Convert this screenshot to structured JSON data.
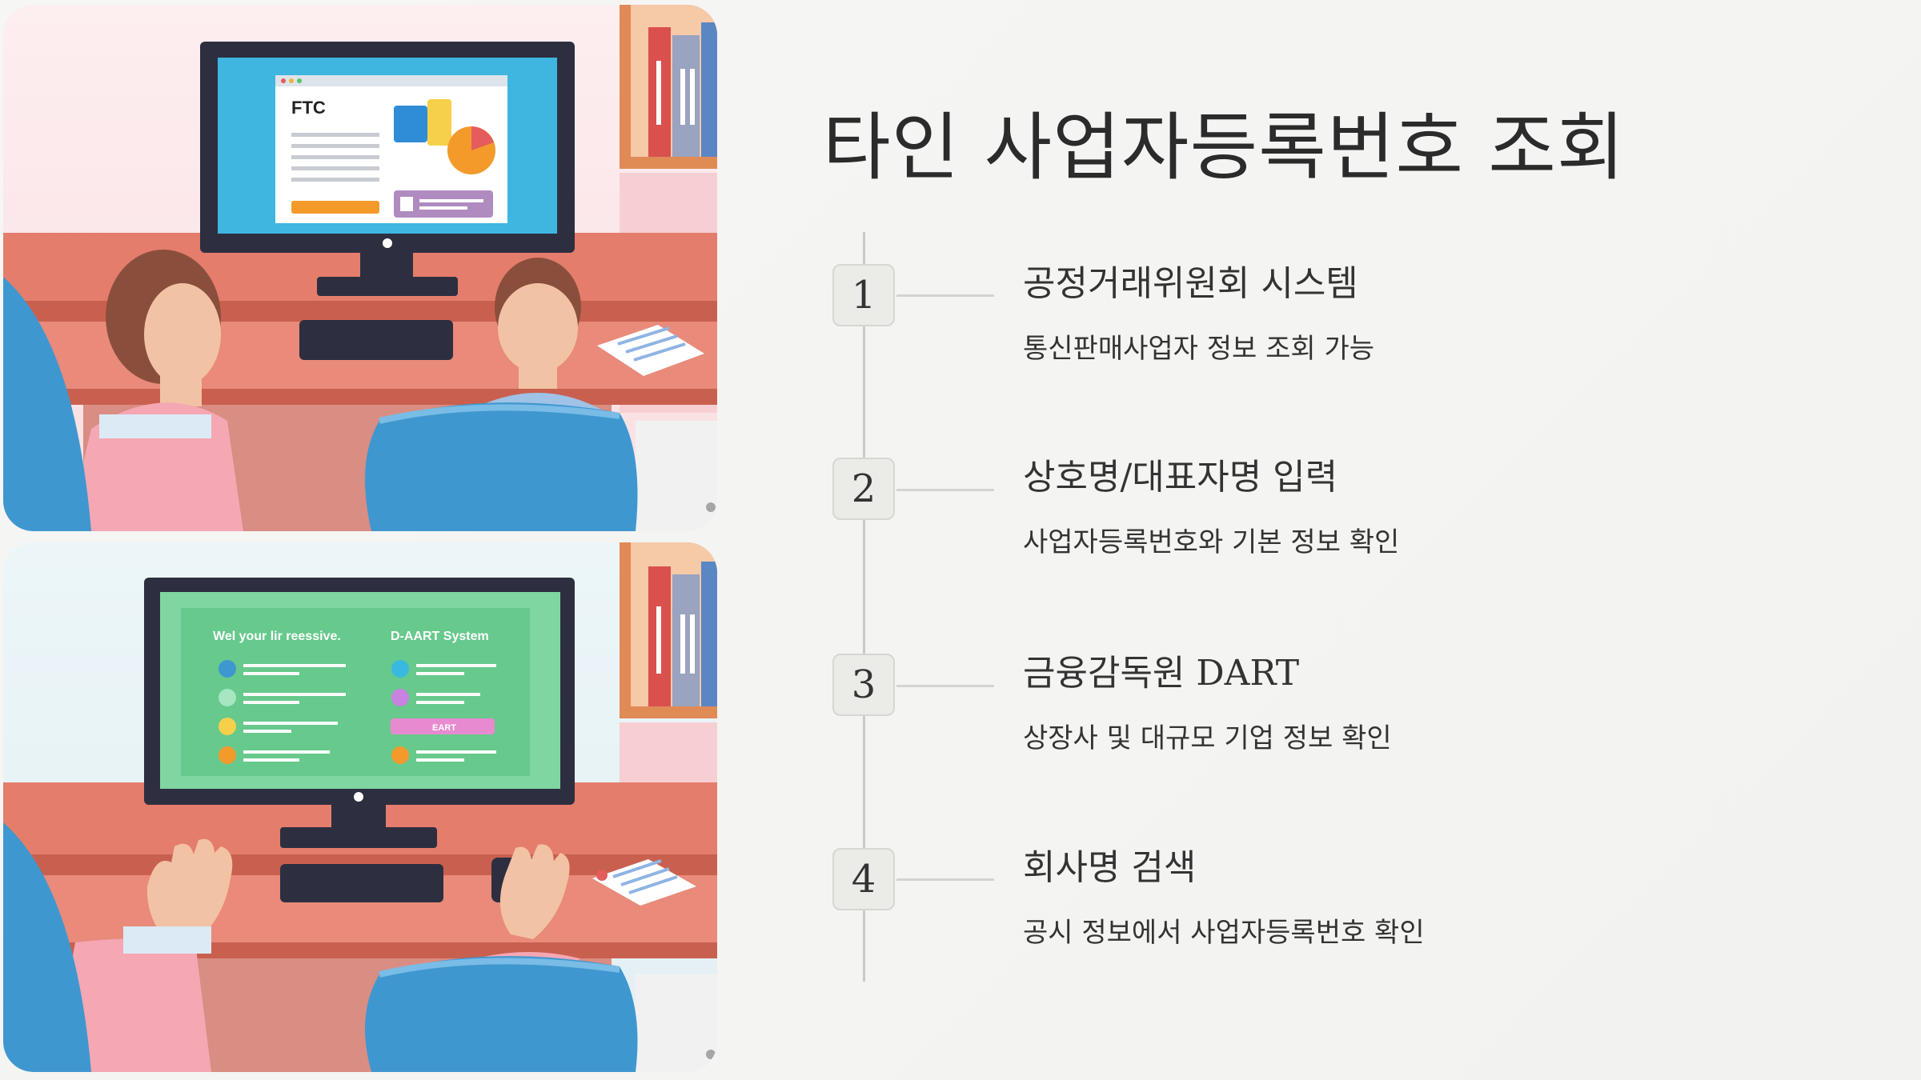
{
  "title": "타인 사업자등록번호 조회",
  "illustrations": {
    "top": {
      "screen_logo": "FTC",
      "icon": "ftc-website-illustration"
    },
    "bottom": {
      "screen_left_heading": "Wel your lir reessive.",
      "screen_right_heading": "D-AART System",
      "screen_button": "EART",
      "icon": "dart-system-illustration"
    }
  },
  "steps": [
    {
      "number": "1",
      "heading": "공정거래위원회 시스템",
      "description": "통신판매사업자 정보 조회 가능"
    },
    {
      "number": "2",
      "heading": "상호명/대표자명 입력",
      "description": "사업자등록번호와 기본 정보 확인"
    },
    {
      "number": "3",
      "heading": "금융감독원 DART",
      "description": "상장사 및 대규모 기업 정보 확인"
    },
    {
      "number": "4",
      "heading": "회사명 검색",
      "description": "공시 정보에서 사업자등록번호 확인"
    }
  ],
  "colors": {
    "screen_blue": "#3fb6e0",
    "screen_green": "#7fd6a0",
    "desk": "#e07d6e",
    "chair": "#3f97cf",
    "bezel": "#2d2f40"
  }
}
